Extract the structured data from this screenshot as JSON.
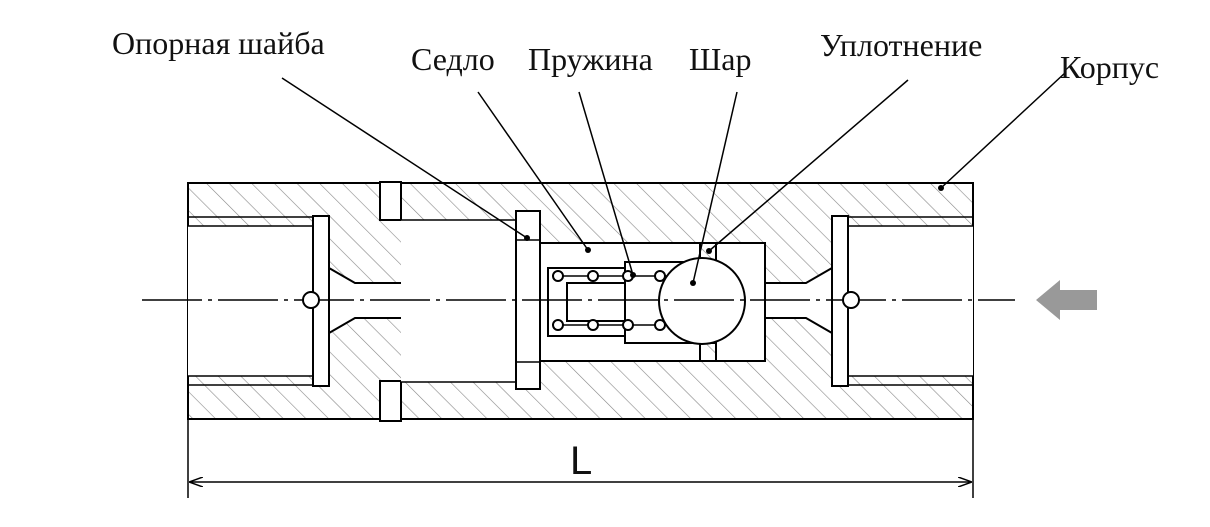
{
  "labels": {
    "washer": "Опорная шайба",
    "seat": "Седло",
    "spring": "Пружина",
    "ball": "Шар",
    "seal": "Уплотнение",
    "body": "Корпус"
  },
  "dimension": {
    "length_label": "L"
  },
  "flow_arrow_color": "#999999"
}
